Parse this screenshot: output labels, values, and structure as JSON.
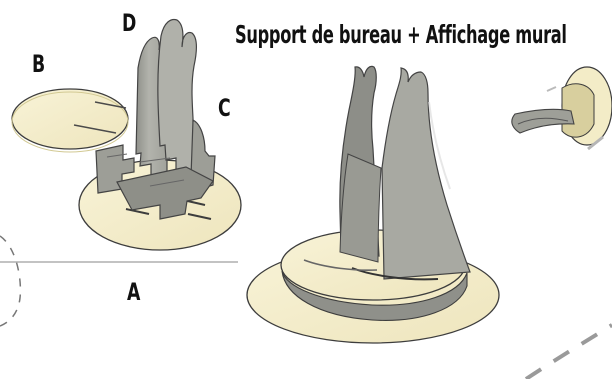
{
  "title": "Support de bureau + Affichage mural",
  "parts": {
    "a": "A",
    "b": "B",
    "c": "C",
    "d": "D"
  },
  "colors": {
    "disc": "#f3ecc7",
    "stand": "#a7a8a1",
    "standDark": "#8c8d87",
    "outline": "#3d3d3d"
  }
}
